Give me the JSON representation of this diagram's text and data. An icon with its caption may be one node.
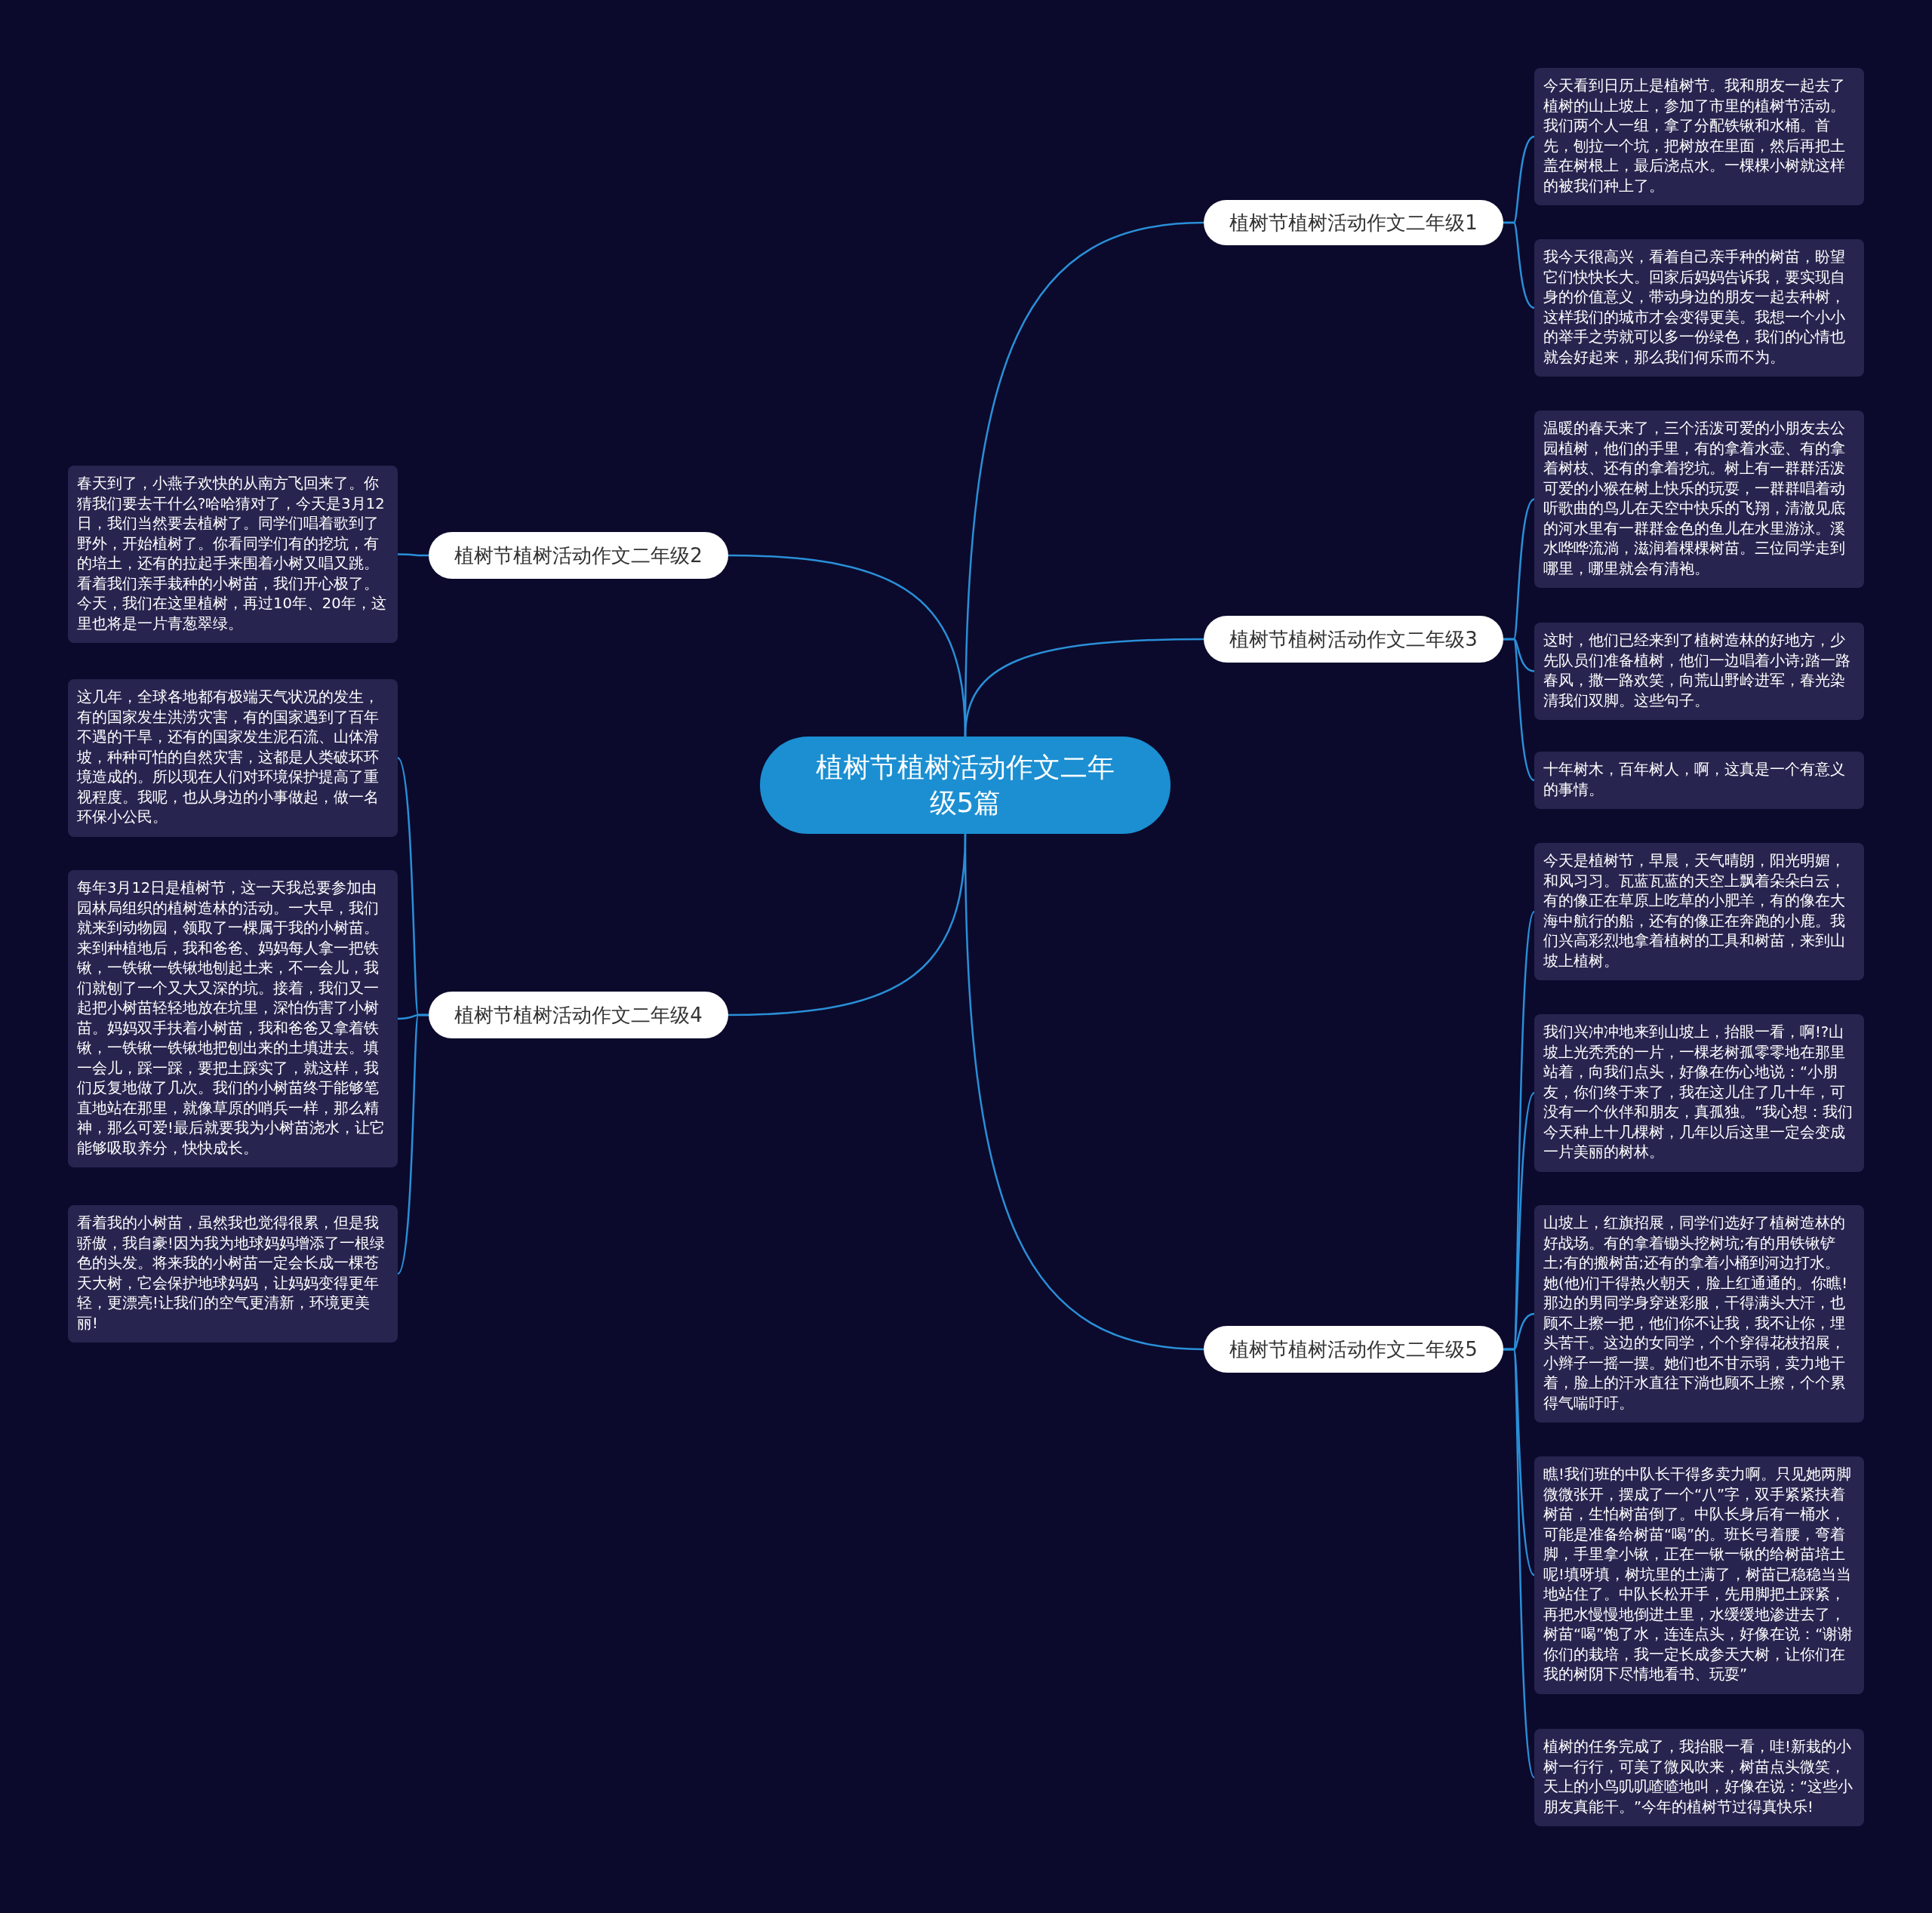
{
  "diagram": {
    "nodes": [
      {
        "text": [
          "植树节植树活动作文二年级5篇"
        ]
      },
      {
        "text": [
          "植树节植树活动作文二年级1"
        ]
      },
      {
        "text": [
          "今天看到日历上是植树节。我和朋友一起去了植树的山上坡上，参加了市里的植树节活动。我们两个人一组，拿了分配铁锹和水桶。首先，刨拉一个坑，把树放在里面，然后再把土盖在树根上，最后浇点水。一棵棵小树就这样的被我们种上了。"
        ]
      },
      {
        "text": [
          "我今天很高兴，看着自己亲手种的树苗，盼望它们快快长大。回家后妈妈告诉我，要实现自身的价值意义，带动身边的朋友一起去种树，这样我们的城市才会变得更美。我想一个小小的举手之劳就可以多一份绿色，我们的心情也就会好起来，那么我们何乐而不为。"
        ]
      },
      {
        "text": [
          "植树节植树活动作文二年级2"
        ]
      },
      {
        "text": [
          "春天到了，小燕子欢快的从南方飞回来了。你猜我们要去干什么?哈哈猜对了，今天是3月12日，我们当然要去植树了。同学们唱着歌到了野外，开始植树了。你看同学们有的挖坑，有的培土，还有的拉起手来围着小树又唱又跳。看着我们亲手栽种的小树苗，我们开心极了。今天，我们在这里植树，再过10年、20年，这里也将是一片青葱翠绿。"
        ]
      },
      {
        "text": [
          "植树节植树活动作文二年级3"
        ]
      },
      {
        "text": [
          "温暖的春天来了，三个活泼可爱的小朋友去公园植树，他们的手里，有的拿着水壶、有的拿着树枝、还有的拿着挖坑。树上有一群群活泼可爱的小猴在树上快乐的玩耍，一群群唱着动听歌曲的鸟儿在天空中快乐的飞翔，清澈见底的河水里有一群群金色的鱼儿在水里游泳。溪水哗哗流淌，滋润着棵棵树苗。三位同学走到哪里，哪里就会有清袍。"
        ]
      },
      {
        "text": [
          "这时，他们已经来到了植树造林的好地方，少先队员们准备植树，他们一边唱着小诗;踏一路春风，撒一路欢笑，向荒山野岭进军，春光染清我们双脚。这些句子。"
        ]
      },
      {
        "text": [
          "十年树木，百年树人，啊，这真是一个有意义的事情。"
        ]
      },
      {
        "text": [
          "植树节植树活动作文二年级4"
        ]
      },
      {
        "text": [
          "这几年，全球各地都有极端天气状况的发生，有的国家发生洪涝灾害，有的国家遇到了百年不遇的干旱，还有的国家发生泥石流、山体滑坡，种种可怕的自然灾害，这都是人类破坏环境造成的。所以现在人们对环境保护提高了重视程度。我呢，也从身边的小事做起，做一名环保小公民。"
        ]
      },
      {
        "text": [
          "每年3月12日是植树节，这一天我总要参加由园林局组织的植树造林的活动。一大早，我们就来到动物园，领取了一棵属于我的小树苗。来到种植地后，我和爸爸、妈妈每人拿一把铁锹，一铁锹一铁锹地刨起土来，不一会儿，我们就刨了一个又大又深的坑。接着，我们又一起把小树苗轻轻地放在坑里，深怕伤害了小树苗。妈妈双手扶着小树苗，我和爸爸又拿着铁锹，一铁锹一铁锹地把刨出来的土填进去。填一会儿，踩一踩，要把土踩实了，就这样，我们反复地做了几次。我们的小树苗终于能够笔直地站在那里，就像草原的哨兵一样，那么精神，那么可爱!最后就要我为小树苗浇水，让它能够吸取养分，快快成长。"
        ]
      },
      {
        "text": [
          "看着我的小树苗，虽然我也觉得很累，但是我骄傲，我自豪!因为我为地球妈妈增添了一根绿色的头发。将来我的小树苗一定会长成一棵苍天大树，它会保护地球妈妈，让妈妈变得更年轻，更漂亮!让我们的空气更清新，环境更美丽!"
        ]
      },
      {
        "text": [
          "植树节植树活动作文二年级5"
        ]
      },
      {
        "text": [
          "今天是植树节，早晨，天气晴朗，阳光明媚，和风习习。瓦蓝瓦蓝的天空上飘着朵朵白云，有的像正在草原上吃草的小肥羊，有的像在大海中航行的船，还有的像正在奔跑的小鹿。我们兴高彩烈地拿着植树的工具和树苗，来到山坡上植树。"
        ]
      },
      {
        "text": [
          "我们兴冲冲地来到山坡上，抬眼一看，啊!?山坡上光秃秃的一片，一棵老树孤零零地在那里站着，向我们点头，好像在伤心地说：“小朋友，你们终于来了，我在这儿住了几十年，可没有一个伙伴和朋友，真孤独。”我心想：我们今天种上十几棵树，几年以后这里一定会变成一片美丽的树林。"
        ]
      },
      {
        "text": [
          "山坡上，红旗招展，同学们选好了植树造林的好战场。有的拿着锄头挖树坑;有的用铁锹铲土;有的搬树苗;还有的拿着小桶到河边打水。她(他)们干得热火朝天，脸上红通通的。你瞧!那边的男同学身穿迷彩服，干得满头大汗，也顾不上擦一把，他们你不让我，我不让你，埋头苦干。这边的女同学，个个穿得花枝招展，小辫子一摇一摆。她们也不甘示弱，卖力地干着，脸上的汗水直往下淌也顾不上擦，个个累得气喘吁吁。"
        ]
      },
      {
        "text": [
          "瞧!我们班的中队长干得多卖力啊。只见她两脚微微张开，摆成了一个“八”字，双手紧紧扶着树苗，生怕树苗倒了。中队长身后有一桶水，可能是准备给树苗“喝”的。班长弓着腰，弯着脚，手里拿小锹，正在一锹一锹的给树苗培土呢!填呀填，树坑里的土满了，树苗已稳稳当当地站住了。中队长松开手，先用脚把土踩紧，再把水慢慢地倒进土里，水缓缓地渗进去了，树苗“喝”饱了水，连连点头，好像在说：“谢谢你们的栽培，我一定长成参天大树，让你们在我的树阴下尽情地看书、玩耍”"
        ]
      },
      {
        "text": [
          "植树的任务完成了，我抬眼一看，哇!新栽的小树一行行，可美了微风吹来，树苗点头微笑，天上的小鸟叽叽喳喳地叫，好像在说：“这些小朋友真能干。”今年的植树节过得真快乐!"
        ]
      }
    ],
    "edges": [
      {
        "from": 0,
        "to": 1,
        "arrow": "none"
      },
      {
        "from": 0,
        "to": 4,
        "arrow": "none"
      },
      {
        "from": 0,
        "to": 6,
        "arrow": "none"
      },
      {
        "from": 0,
        "to": 10,
        "arrow": "none"
      },
      {
        "from": 0,
        "to": 14,
        "arrow": "none"
      },
      {
        "from": 1,
        "to": 2,
        "arrow": "none"
      },
      {
        "from": 1,
        "to": 3,
        "arrow": "none"
      },
      {
        "from": 4,
        "to": 5,
        "arrow": "none"
      },
      {
        "from": 6,
        "to": 7,
        "arrow": "none"
      },
      {
        "from": 6,
        "to": 8,
        "arrow": "none"
      },
      {
        "from": 6,
        "to": 9,
        "arrow": "none"
      },
      {
        "from": 10,
        "to": 11,
        "arrow": "none"
      },
      {
        "from": 10,
        "to": 12,
        "arrow": "none"
      },
      {
        "from": 10,
        "to": 13,
        "arrow": "none"
      },
      {
        "from": 14,
        "to": 15,
        "arrow": "none"
      },
      {
        "from": 14,
        "to": 16,
        "arrow": "none"
      },
      {
        "from": 14,
        "to": 17,
        "arrow": "none"
      },
      {
        "from": 14,
        "to": 18,
        "arrow": "none"
      },
      {
        "from": 14,
        "to": 19,
        "arrow": "none"
      }
    ]
  }
}
